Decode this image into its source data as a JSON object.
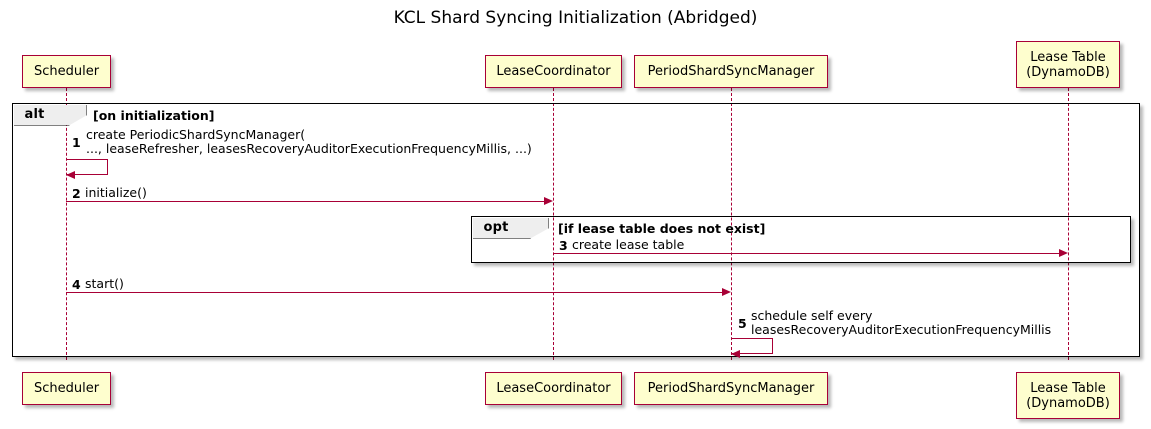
{
  "title": "KCL Shard Syncing Initialization (Abridged)",
  "participants": [
    {
      "id": "scheduler",
      "label": "Scheduler",
      "lines": [
        "Scheduler"
      ]
    },
    {
      "id": "lease-coordinator",
      "label": "LeaseCoordinator",
      "lines": [
        "LeaseCoordinator"
      ]
    },
    {
      "id": "period-shard-sync-manager",
      "label": "PeriodShardSyncManager",
      "lines": [
        "PeriodShardSyncManager"
      ]
    },
    {
      "id": "lease-table",
      "label": "Lease Table (DynamoDB)",
      "lines": [
        "Lease Table",
        "(DynamoDB)"
      ]
    }
  ],
  "fragments": [
    {
      "id": "alt",
      "keyword": "alt",
      "guard": "[on initialization]"
    },
    {
      "id": "opt",
      "keyword": "opt",
      "guard": "[if lease table does not exist]"
    }
  ],
  "messages": [
    {
      "number": "1",
      "from": "scheduler",
      "to": "scheduler",
      "self": true,
      "lines": [
        "create PeriodicShardSyncManager(",
        "   ..., leaseRefresher, leasesRecoveryAuditorExecutionFrequencyMillis, ...)"
      ]
    },
    {
      "number": "2",
      "from": "scheduler",
      "to": "lease-coordinator",
      "self": false,
      "lines": [
        "initialize()"
      ]
    },
    {
      "number": "3",
      "from": "lease-coordinator",
      "to": "lease-table",
      "self": false,
      "lines": [
        "create lease table"
      ]
    },
    {
      "number": "4",
      "from": "scheduler",
      "to": "period-shard-sync-manager",
      "self": false,
      "lines": [
        "start()"
      ]
    },
    {
      "number": "5",
      "from": "period-shard-sync-manager",
      "to": "period-shard-sync-manager",
      "self": true,
      "lines": [
        "schedule self every",
        "   leasesRecoveryAuditorExecutionFrequencyMillis"
      ]
    }
  ],
  "colors": {
    "participant_fill": "#FEFECE",
    "participant_border": "#A80036",
    "arrow": "#A80036",
    "fragment_border": "#000000",
    "fragment_label_fill": "#EEEEEE",
    "background": "#FFFFFF",
    "text": "#000000"
  },
  "chart_data": {
    "type": "table",
    "title": "KCL Shard Syncing Initialization (Abridged)",
    "kind": "uml-sequence-diagram",
    "columns": [
      "#",
      "From",
      "To",
      "Message"
    ],
    "rows": [
      [
        "1",
        "Scheduler",
        "Scheduler",
        "create PeriodicShardSyncManager( ..., leaseRefresher, leasesRecoveryAuditorExecutionFrequencyMillis, ...)"
      ],
      [
        "2",
        "Scheduler",
        "LeaseCoordinator",
        "initialize()"
      ],
      [
        "3",
        "LeaseCoordinator",
        "Lease Table (DynamoDB)",
        "create lease table"
      ],
      [
        "4",
        "Scheduler",
        "PeriodShardSyncManager",
        "start()"
      ],
      [
        "5",
        "PeriodShardSyncManager",
        "PeriodShardSyncManager",
        "schedule self every leasesRecoveryAuditorExecutionFrequencyMillis"
      ]
    ]
  }
}
